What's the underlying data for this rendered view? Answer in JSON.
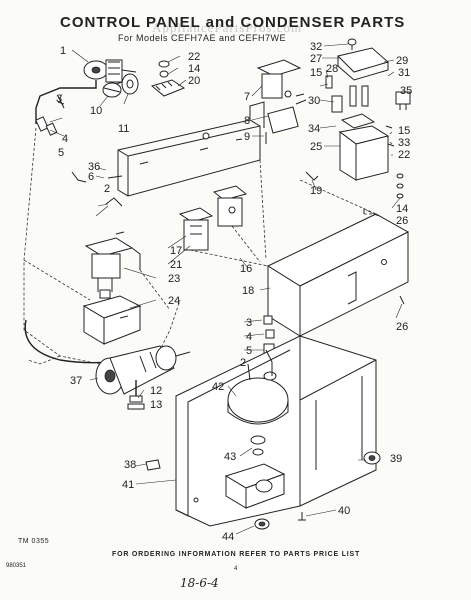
{
  "diagram": {
    "title": "CONTROL PANEL and CONDENSER PARTS",
    "subtitle": "For Models CEFH7AE and CEFH7WE",
    "watermark": "AppliancePartsPros.com",
    "drawing_code": "TM 0355",
    "footer_note": "FOR ORDERING INFORMATION REFER TO PARTS PRICE LIST",
    "bottom_code": "980351",
    "page_number": "4",
    "handwritten_note": "18-6-4"
  },
  "callouts": [
    {
      "id": "c1",
      "label": "1"
    },
    {
      "id": "c2a",
      "label": "2"
    },
    {
      "id": "c3a",
      "label": "3"
    },
    {
      "id": "c4a",
      "label": "4"
    },
    {
      "id": "c5a",
      "label": "5"
    },
    {
      "id": "c10",
      "label": "10"
    },
    {
      "id": "c11",
      "label": "11"
    },
    {
      "id": "c22a",
      "label": "22"
    },
    {
      "id": "c14a",
      "label": "14"
    },
    {
      "id": "c20",
      "label": "20"
    },
    {
      "id": "c7",
      "label": "7"
    },
    {
      "id": "c8",
      "label": "8"
    },
    {
      "id": "c9",
      "label": "9"
    },
    {
      "id": "c32",
      "label": "32"
    },
    {
      "id": "c27",
      "label": "27"
    },
    {
      "id": "c28",
      "label": "28"
    },
    {
      "id": "c15a",
      "label": "15"
    },
    {
      "id": "c30",
      "label": "30"
    },
    {
      "id": "c34",
      "label": "34"
    },
    {
      "id": "c25",
      "label": "25"
    },
    {
      "id": "c29",
      "label": "29"
    },
    {
      "id": "c31",
      "label": "31"
    },
    {
      "id": "c35",
      "label": "35"
    },
    {
      "id": "c15b",
      "label": "15"
    },
    {
      "id": "c33",
      "label": "33"
    },
    {
      "id": "c22b",
      "label": "22"
    },
    {
      "id": "c19",
      "label": "19"
    },
    {
      "id": "c6",
      "label": "6"
    },
    {
      "id": "c14b",
      "label": "14"
    },
    {
      "id": "c26a",
      "label": "26"
    },
    {
      "id": "c36",
      "label": "36"
    },
    {
      "id": "c17",
      "label": "17"
    },
    {
      "id": "c21",
      "label": "21"
    },
    {
      "id": "c23",
      "label": "23"
    },
    {
      "id": "c16",
      "label": "16"
    },
    {
      "id": "c18",
      "label": "18"
    },
    {
      "id": "c24",
      "label": "24"
    },
    {
      "id": "c26b",
      "label": "26"
    },
    {
      "id": "c3b",
      "label": "3"
    },
    {
      "id": "c4b",
      "label": "4"
    },
    {
      "id": "c5b",
      "label": "5"
    },
    {
      "id": "c2b",
      "label": "2"
    },
    {
      "id": "c37",
      "label": "37"
    },
    {
      "id": "c42",
      "label": "42"
    },
    {
      "id": "c12",
      "label": "12"
    },
    {
      "id": "c13",
      "label": "13"
    },
    {
      "id": "c43",
      "label": "43"
    },
    {
      "id": "c39",
      "label": "39"
    },
    {
      "id": "c38",
      "label": "38"
    },
    {
      "id": "c41",
      "label": "41"
    },
    {
      "id": "c40",
      "label": "40"
    },
    {
      "id": "c44",
      "label": "44"
    }
  ]
}
